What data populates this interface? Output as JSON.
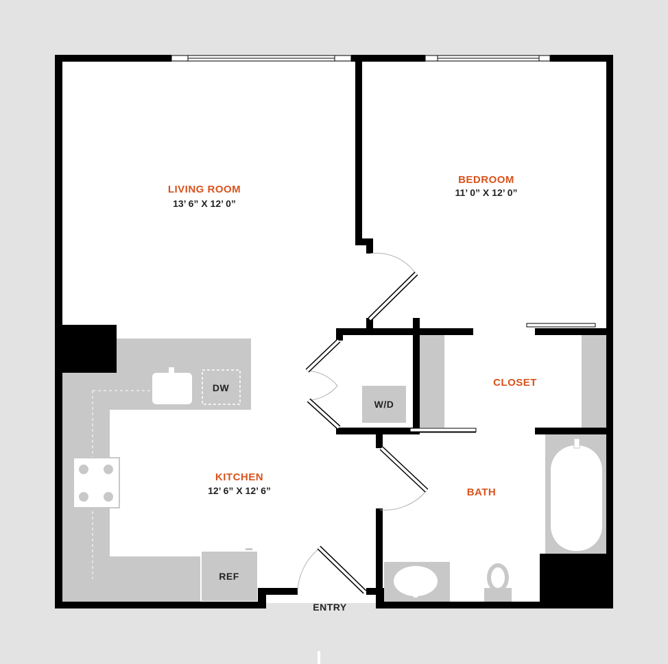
{
  "colors": {
    "background": "#e3e3e3",
    "floor": "#ffffff",
    "wall": "#000000",
    "fixture": "#c8c8c8",
    "accent": "#d9521c",
    "text": "#222222"
  },
  "rooms": {
    "living_room": {
      "name": "LIVING ROOM",
      "dims": "13’ 6” X 12’ 0”"
    },
    "bedroom": {
      "name": "BEDROOM",
      "dims": "11’ 0” X 12’ 0”"
    },
    "kitchen": {
      "name": "KITCHEN",
      "dims": "12’ 6” X 12’ 6”"
    },
    "closet": {
      "name": "CLOSET"
    },
    "bath": {
      "name": "BATH"
    }
  },
  "fixtures": {
    "dishwasher": "DW",
    "washer_dryer": "W/D",
    "refrigerator": "REF"
  },
  "entry_label": "ENTRY"
}
